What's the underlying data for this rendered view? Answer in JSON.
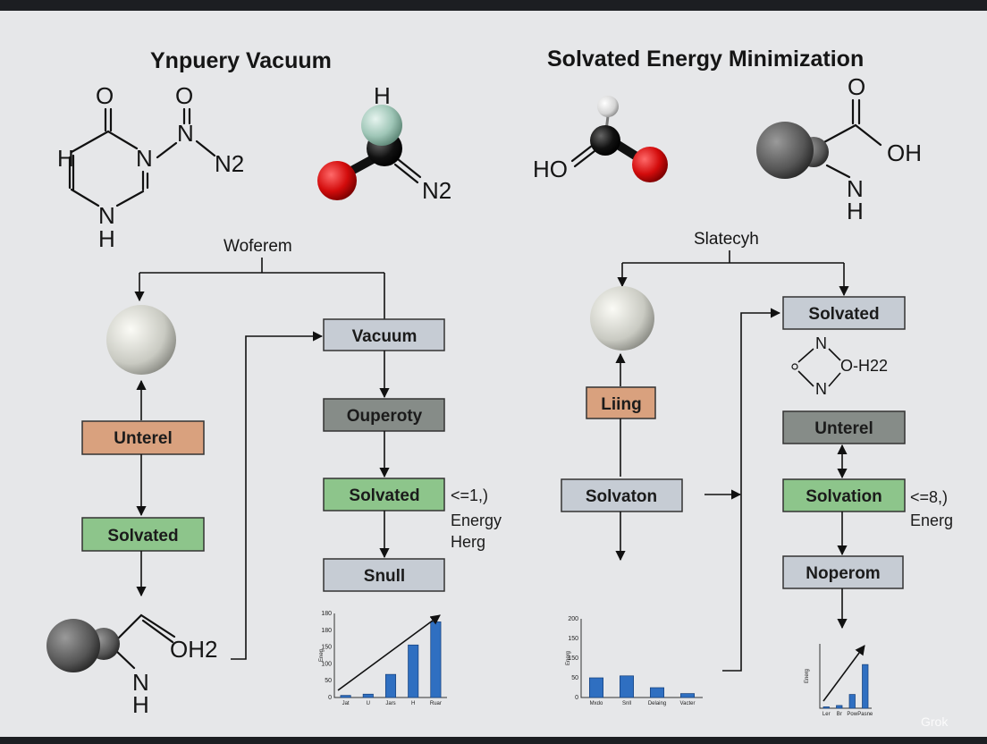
{
  "left": {
    "title": "Ynpuery Vacuum",
    "mol1": {
      "O1": "O",
      "O2": "O",
      "H": "H",
      "N1": "N",
      "N2": "N",
      "N2sub": "N2",
      "N3": "N",
      "H2": "H"
    },
    "mol2": {
      "H": "H",
      "N2": "N2"
    },
    "split_label": "Woferem",
    "boxes": {
      "unterel": "Unterel",
      "solvated": "Solvated",
      "vacuum": "Vacuum",
      "ouperoty": "Ouperoty",
      "solvated2": "Solvated",
      "snull": "Snull"
    },
    "note": [
      "<=1,)",
      "Energy",
      "Herg"
    ],
    "mol3": {
      "OH2": "OH2",
      "N": "N",
      "H": "H"
    }
  },
  "right": {
    "title": "Solvated Energy Minimization",
    "mol1": {
      "HO": "HO"
    },
    "mol2": {
      "O": "O",
      "OH": "OH",
      "N": "N",
      "H": "H"
    },
    "split_label": "Slatecyh",
    "boxes": {
      "liing": "Liing",
      "solvaton": "Solvaton",
      "solvated": "Solvated",
      "unterel": "Unterel",
      "solvation": "Solvation",
      "noperom": "Noperom"
    },
    "ring": {
      "N1": "N",
      "OH": "O-H22",
      "N2": "N"
    },
    "note": [
      "<=8,)",
      "Energ"
    ]
  },
  "colors": {
    "orange_box": "#d9a17e",
    "green_box": "#8dc58b",
    "gray_box": "#c6ccd4",
    "dark_box": "#868c88",
    "bar": "#2f6fc1"
  },
  "chart_data": [
    {
      "type": "bar",
      "categories": [
        "Jat",
        "U",
        "Jars",
        "H",
        "Ruar"
      ],
      "values": [
        5,
        8,
        55,
        125,
        180
      ],
      "ylim": [
        0,
        200
      ],
      "yticks": [
        "0",
        "50",
        "100",
        "150",
        "180",
        "180"
      ],
      "ylabel": "Eneg",
      "trend_arrow": true
    },
    {
      "type": "bar",
      "categories": [
        "Mxdo",
        "Snll",
        "Delaing",
        "Vacter"
      ],
      "values": [
        50,
        55,
        25,
        10
      ],
      "ylim": [
        0,
        200
      ],
      "yticks": [
        "0",
        "50",
        "150",
        "150",
        "200"
      ],
      "ylabel": "Energ"
    },
    {
      "type": "bar",
      "categories": [
        "Ler",
        "Br",
        "Pow",
        "Pasne"
      ],
      "values": [
        3,
        6,
        30,
        95
      ],
      "ylim": [
        0,
        140
      ],
      "ylabel": "Energ",
      "trend_arrow": true
    }
  ],
  "watermark": "Grok"
}
